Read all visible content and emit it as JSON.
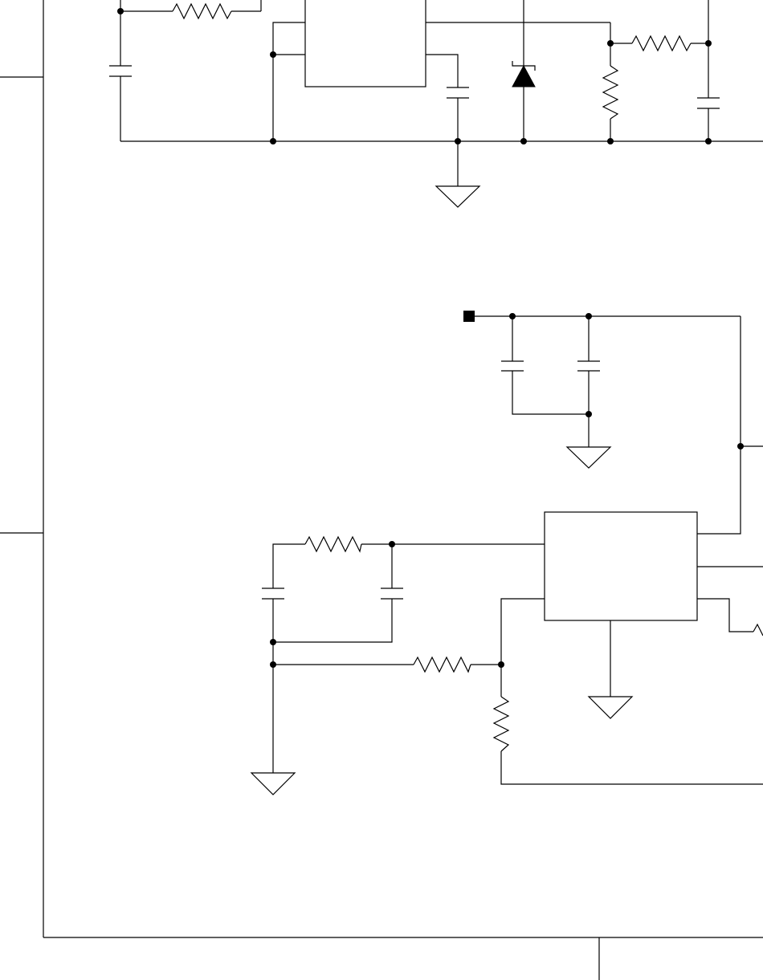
{
  "sheet": {
    "background_color": "#ffffff",
    "ink_color": "#000000",
    "text_labels": []
  },
  "upper_circuit": {
    "components": [
      "resistor",
      "resistor",
      "resistor",
      "capacitor",
      "capacitor",
      "capacitor",
      "zener-diode",
      "ic-block",
      "ground"
    ]
  },
  "lower_circuit": {
    "components": [
      "input-terminal",
      "capacitor",
      "capacitor",
      "ground",
      "ic-block",
      "resistor",
      "resistor",
      "resistor",
      "resistor",
      "capacitor",
      "capacitor",
      "ground",
      "ground"
    ]
  }
}
